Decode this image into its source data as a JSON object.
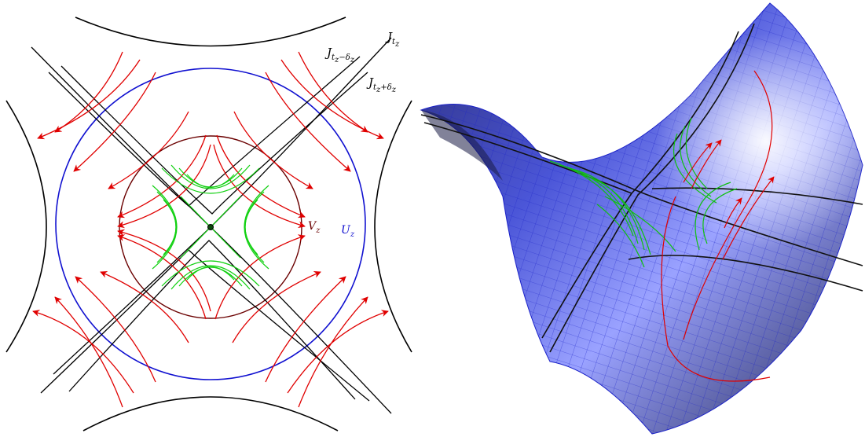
{
  "figure": {
    "labels": {
      "J": "J",
      "t": "t",
      "z": "z",
      "minus": "−",
      "plus": "+",
      "delta": "δ",
      "V": "V",
      "U": "U"
    },
    "colors": {
      "black": "#000000",
      "red": "#e00000",
      "blue": "#1010d0",
      "green": "#10d010",
      "darkred": "#6b0000",
      "surface_blue": "#3a46d8"
    }
  }
}
